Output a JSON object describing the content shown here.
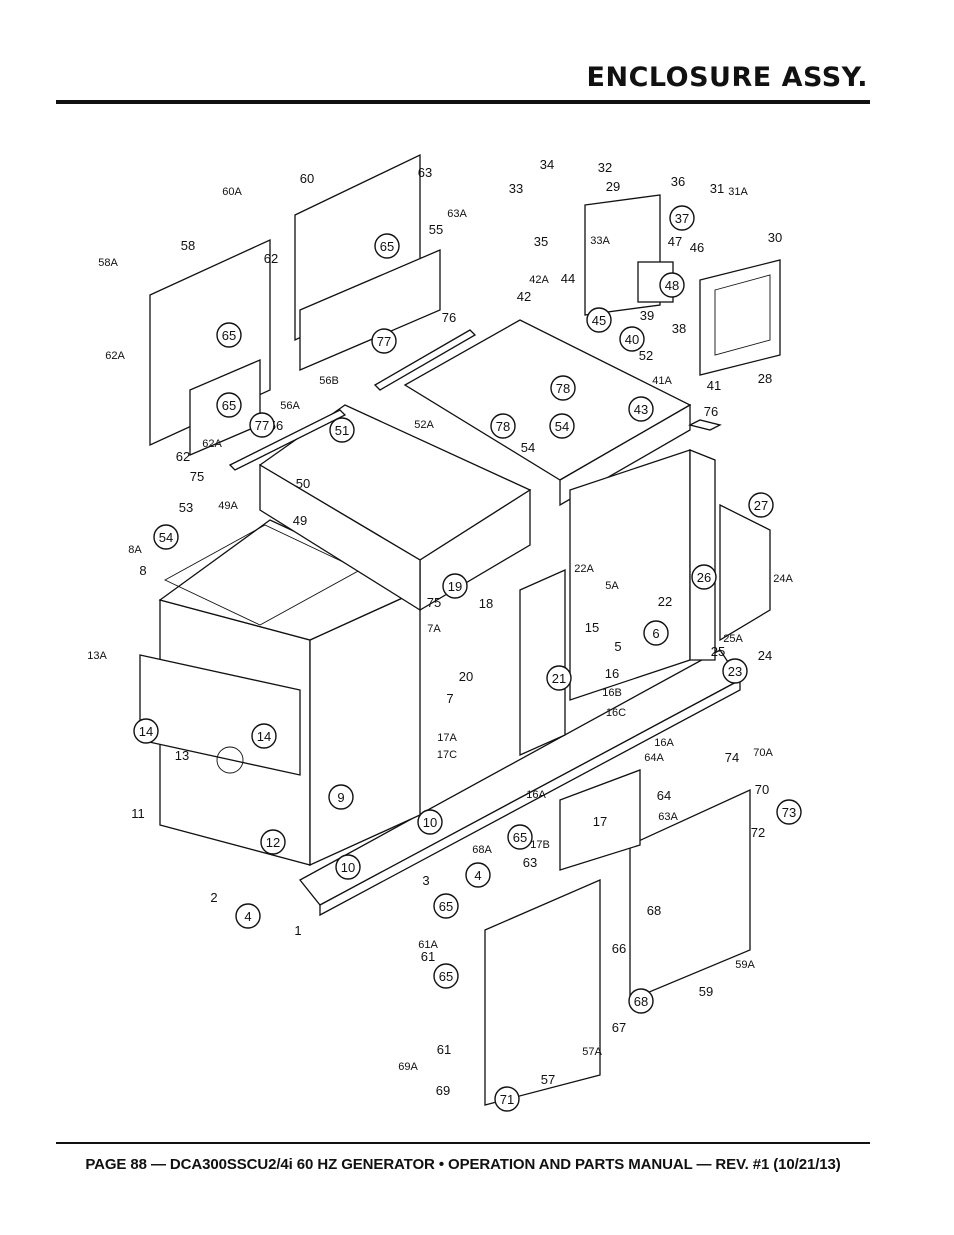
{
  "header": {
    "title": "ENCLOSURE ASSY."
  },
  "footer": {
    "text": "PAGE 88 — DCA300SSCU2/4i 60 HZ GENERATOR • OPERATION AND PARTS MANUAL — REV. #1 (10/21/13)"
  },
  "diagram": {
    "labels": [
      "1",
      "2",
      "3",
      "4",
      "5",
      "5A",
      "6",
      "7",
      "7A",
      "8",
      "8A",
      "9",
      "10",
      "11",
      "12",
      "13",
      "13A",
      "14",
      "15",
      "16",
      "16A",
      "16B",
      "16C",
      "17",
      "17A",
      "17B",
      "17C",
      "18",
      "19",
      "20",
      "21",
      "22",
      "22A",
      "23",
      "24",
      "24A",
      "25",
      "25A",
      "26",
      "27",
      "28",
      "29",
      "30",
      "31",
      "31A",
      "32",
      "33",
      "33A",
      "34",
      "35",
      "36",
      "37",
      "38",
      "39",
      "40",
      "41",
      "41A",
      "42",
      "42A",
      "43",
      "44",
      "45",
      "46",
      "47",
      "48",
      "49",
      "49A",
      "50",
      "51",
      "52",
      "52A",
      "53",
      "54",
      "55",
      "56",
      "56A",
      "56B",
      "57",
      "57A",
      "58",
      "58A",
      "59",
      "59A",
      "60",
      "60A",
      "61",
      "61A",
      "62",
      "62A",
      "63",
      "63A",
      "64",
      "64A",
      "65",
      "66",
      "67",
      "68",
      "68A",
      "69",
      "69A",
      "70",
      "70A",
      "71",
      "72",
      "73",
      "74",
      "75",
      "76",
      "77",
      "78"
    ]
  }
}
